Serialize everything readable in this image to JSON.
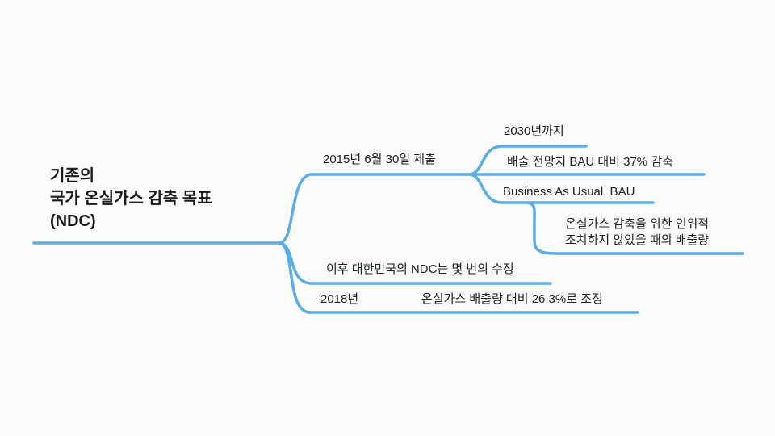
{
  "theme": {
    "line_color": "#5aaee8",
    "text_color": "#222222",
    "background": "#fbfbfb"
  },
  "central_topic": {
    "lines": [
      "기존의",
      "국가 온실가스 감축 목표",
      "(NDC)"
    ]
  },
  "branches": {
    "announcement": {
      "label": "2015년 6월 30일 제출",
      "children": {
        "deadline": "2030년까지",
        "target": "배출 전망치 BAU 대비 37% 감축",
        "bau": {
          "label": "Business As Usual, BAU",
          "note_lines": [
            "온실가스 감축을 위한 인위적",
            "조치하지 않았을 때의 배출량"
          ]
        }
      }
    },
    "revisions": {
      "label": "이후 대한민국의 NDC는 몇 번의 수정"
    },
    "revision_2018": {
      "label": "2018년",
      "child": "온실가스 배출량 대비 26.3%로 조정"
    }
  }
}
